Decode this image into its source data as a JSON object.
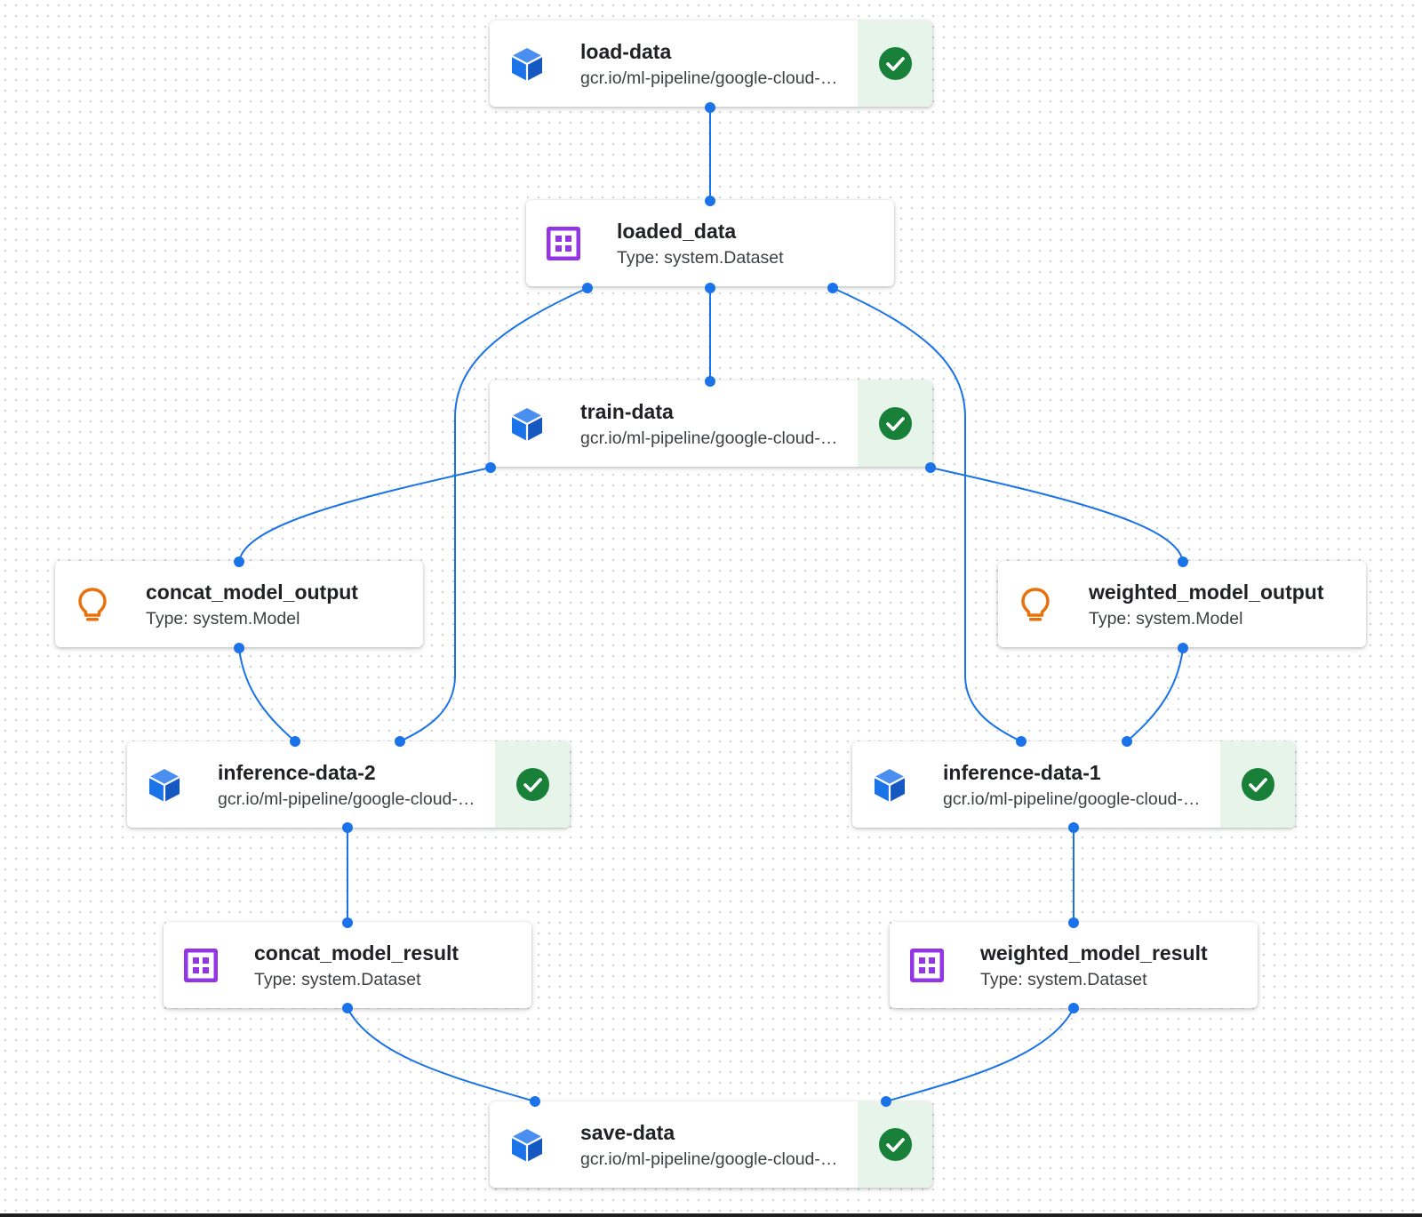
{
  "colors": {
    "edge": "#1a73e8",
    "exec_icon": "#1a73e8",
    "dataset_icon": "#9334e6",
    "model_icon": "#e8710a",
    "success_bg": "#e6f4ea",
    "success_check": "#188038"
  },
  "nodes": {
    "load_data": {
      "title": "load-data",
      "subtitle": "gcr.io/ml-pipeline/google-cloud-pipeline-components",
      "icon": "cube-icon",
      "status": "succeeded"
    },
    "loaded_data": {
      "title": "loaded_data",
      "subtitle": "Type: system.Dataset",
      "icon": "dataset-grid-icon"
    },
    "train_data": {
      "title": "train-data",
      "subtitle": "gcr.io/ml-pipeline/google-cloud-pipeline-components",
      "icon": "cube-icon",
      "status": "succeeded"
    },
    "concat_model_output": {
      "title": "concat_model_output",
      "subtitle": "Type: system.Model",
      "icon": "lightbulb-icon"
    },
    "weighted_model_output": {
      "title": "weighted_model_output",
      "subtitle": "Type: system.Model",
      "icon": "lightbulb-icon"
    },
    "inference_data_2": {
      "title": "inference-data-2",
      "subtitle": "gcr.io/ml-pipeline/google-cloud-pipeline-components",
      "icon": "cube-icon",
      "status": "succeeded"
    },
    "inference_data_1": {
      "title": "inference-data-1",
      "subtitle": "gcr.io/ml-pipeline/google-cloud-pipeline-components",
      "icon": "cube-icon",
      "status": "succeeded"
    },
    "concat_model_result": {
      "title": "concat_model_result",
      "subtitle": "Type: system.Dataset",
      "icon": "dataset-grid-icon"
    },
    "weighted_model_result": {
      "title": "weighted_model_result",
      "subtitle": "Type: system.Dataset",
      "icon": "dataset-grid-icon"
    },
    "save_data": {
      "title": "save-data",
      "subtitle": "gcr.io/ml-pipeline/google-cloud-pipeline-components",
      "icon": "cube-icon",
      "status": "succeeded"
    }
  },
  "edges": [
    [
      "load_data",
      "loaded_data"
    ],
    [
      "loaded_data",
      "train_data"
    ],
    [
      "loaded_data",
      "inference_data_2"
    ],
    [
      "loaded_data",
      "inference_data_1"
    ],
    [
      "train_data",
      "concat_model_output"
    ],
    [
      "train_data",
      "weighted_model_output"
    ],
    [
      "concat_model_output",
      "inference_data_2"
    ],
    [
      "weighted_model_output",
      "inference_data_1"
    ],
    [
      "inference_data_2",
      "concat_model_result"
    ],
    [
      "inference_data_1",
      "weighted_model_result"
    ],
    [
      "concat_model_result",
      "save_data"
    ],
    [
      "weighted_model_result",
      "save_data"
    ]
  ]
}
